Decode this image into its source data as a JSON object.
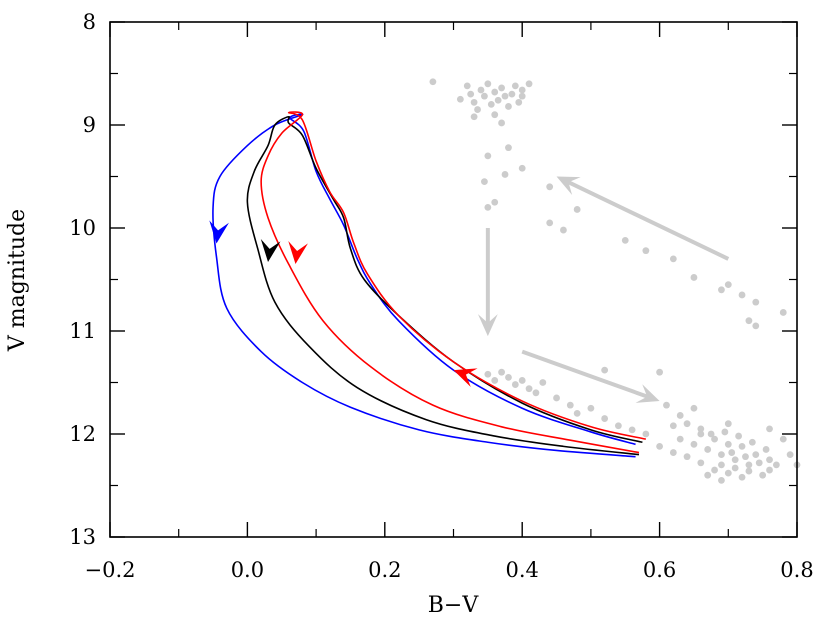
{
  "chart_data": {
    "type": "scatter",
    "xlabel": "B−V",
    "ylabel": "V magnitude",
    "xlim": [
      -0.2,
      0.8
    ],
    "ylim": [
      13,
      8
    ],
    "y_inverted": true,
    "x_ticks": [
      -0.2,
      0.0,
      0.2,
      0.4,
      0.6,
      0.8
    ],
    "x_tick_labels": [
      "−0.2",
      "0.0",
      "0.2",
      "0.4",
      "0.6",
      "0.8"
    ],
    "y_ticks": [
      8,
      9,
      10,
      11,
      12,
      13
    ],
    "y_tick_labels": [
      "8",
      "9",
      "10",
      "11",
      "12",
      "13"
    ],
    "grid": false,
    "series": [
      {
        "color": "#0000ff",
        "points": [
          [
            0.565,
            12.22
          ],
          [
            0.45,
            12.16
          ],
          [
            0.35,
            12.08
          ],
          [
            0.25,
            11.96
          ],
          [
            0.15,
            11.74
          ],
          [
            0.08,
            11.5
          ],
          [
            0.02,
            11.2
          ],
          [
            -0.03,
            10.78
          ],
          [
            -0.045,
            10.28
          ],
          [
            -0.05,
            9.8
          ],
          [
            -0.04,
            9.5
          ],
          [
            0.0,
            9.2
          ],
          [
            0.04,
            9.0
          ],
          [
            0.08,
            8.9
          ],
          [
            0.062,
            8.93
          ],
          [
            0.082,
            9.06
          ],
          [
            0.1,
            9.45
          ],
          [
            0.12,
            9.72
          ],
          [
            0.14,
            9.97
          ],
          [
            0.16,
            10.3
          ],
          [
            0.18,
            10.55
          ],
          [
            0.22,
            10.9
          ],
          [
            0.3,
            11.38
          ],
          [
            0.4,
            11.75
          ],
          [
            0.5,
            11.98
          ],
          [
            0.565,
            12.1
          ]
        ]
      },
      {
        "color": "#000000",
        "points": [
          [
            0.57,
            12.2
          ],
          [
            0.46,
            12.12
          ],
          [
            0.36,
            12.02
          ],
          [
            0.26,
            11.86
          ],
          [
            0.16,
            11.55
          ],
          [
            0.09,
            11.15
          ],
          [
            0.04,
            10.72
          ],
          [
            0.015,
            10.2
          ],
          [
            0.0,
            9.75
          ],
          [
            0.01,
            9.45
          ],
          [
            0.03,
            9.2
          ],
          [
            0.04,
            9.0
          ],
          [
            0.06,
            8.92
          ],
          [
            0.06,
            8.98
          ],
          [
            0.08,
            9.1
          ],
          [
            0.1,
            9.42
          ],
          [
            0.125,
            9.72
          ],
          [
            0.14,
            9.9
          ],
          [
            0.15,
            10.2
          ],
          [
            0.17,
            10.5
          ],
          [
            0.22,
            10.85
          ],
          [
            0.3,
            11.3
          ],
          [
            0.4,
            11.7
          ],
          [
            0.5,
            11.96
          ],
          [
            0.575,
            12.08
          ]
        ]
      },
      {
        "color": "#ff0000",
        "points": [
          [
            0.57,
            12.18
          ],
          [
            0.47,
            12.06
          ],
          [
            0.37,
            11.93
          ],
          [
            0.27,
            11.72
          ],
          [
            0.18,
            11.35
          ],
          [
            0.11,
            10.9
          ],
          [
            0.06,
            10.35
          ],
          [
            0.03,
            9.9
          ],
          [
            0.02,
            9.55
          ],
          [
            0.03,
            9.3
          ],
          [
            0.05,
            9.08
          ],
          [
            0.08,
            8.9
          ],
          [
            0.06,
            8.88
          ],
          [
            0.08,
            8.95
          ],
          [
            0.1,
            9.35
          ],
          [
            0.12,
            9.65
          ],
          [
            0.14,
            9.85
          ],
          [
            0.155,
            10.15
          ],
          [
            0.175,
            10.45
          ],
          [
            0.22,
            10.85
          ],
          [
            0.3,
            11.3
          ],
          [
            0.4,
            11.68
          ],
          [
            0.5,
            11.93
          ],
          [
            0.58,
            12.05
          ]
        ]
      }
    ],
    "grey_points": [
      [
        0.27,
        8.58
      ],
      [
        0.32,
        8.62
      ],
      [
        0.325,
        8.7
      ],
      [
        0.33,
        8.78
      ],
      [
        0.335,
        8.85
      ],
      [
        0.34,
        8.66
      ],
      [
        0.345,
        8.72
      ],
      [
        0.35,
        8.6
      ],
      [
        0.355,
        8.8
      ],
      [
        0.36,
        8.68
      ],
      [
        0.365,
        8.76
      ],
      [
        0.37,
        8.64
      ],
      [
        0.375,
        8.72
      ],
      [
        0.38,
        8.82
      ],
      [
        0.385,
        8.7
      ],
      [
        0.39,
        8.62
      ],
      [
        0.395,
        8.78
      ],
      [
        0.4,
        8.66
      ],
      [
        0.31,
        8.75
      ],
      [
        0.36,
        8.9
      ],
      [
        0.37,
        8.98
      ],
      [
        0.4,
        8.72
      ],
      [
        0.41,
        8.6
      ],
      [
        0.33,
        8.92
      ],
      [
        0.35,
        9.3
      ],
      [
        0.345,
        9.55
      ],
      [
        0.35,
        9.8
      ],
      [
        0.36,
        9.75
      ],
      [
        0.375,
        9.48
      ],
      [
        0.38,
        9.22
      ],
      [
        0.4,
        9.42
      ],
      [
        0.35,
        11.42
      ],
      [
        0.36,
        11.48
      ],
      [
        0.37,
        11.4
      ],
      [
        0.38,
        11.45
      ],
      [
        0.39,
        11.52
      ],
      [
        0.4,
        11.48
      ],
      [
        0.41,
        11.56
      ],
      [
        0.42,
        11.6
      ],
      [
        0.43,
        11.5
      ],
      [
        0.45,
        11.65
      ],
      [
        0.47,
        11.72
      ],
      [
        0.48,
        11.8
      ],
      [
        0.5,
        11.75
      ],
      [
        0.52,
        11.85
      ],
      [
        0.54,
        11.92
      ],
      [
        0.56,
        11.96
      ],
      [
        0.58,
        12.0
      ],
      [
        0.44,
        9.95
      ],
      [
        0.46,
        10.02
      ],
      [
        0.48,
        9.82
      ],
      [
        0.55,
        10.12
      ],
      [
        0.58,
        10.22
      ],
      [
        0.62,
        10.3
      ],
      [
        0.65,
        10.48
      ],
      [
        0.7,
        10.55
      ],
      [
        0.72,
        10.65
      ],
      [
        0.74,
        10.72
      ],
      [
        0.78,
        10.82
      ],
      [
        0.73,
        10.9
      ],
      [
        0.74,
        10.95
      ],
      [
        0.69,
        10.6
      ],
      [
        0.44,
        9.6
      ],
      [
        0.52,
        11.38
      ],
      [
        0.6,
        11.4
      ],
      [
        0.65,
        11.75
      ],
      [
        0.62,
        11.92
      ],
      [
        0.61,
        11.72
      ],
      [
        0.63,
        11.82
      ],
      [
        0.64,
        11.9
      ],
      [
        0.66,
        12.0
      ],
      [
        0.68,
        12.05
      ],
      [
        0.7,
        12.1
      ],
      [
        0.72,
        12.12
      ],
      [
        0.74,
        12.2
      ],
      [
        0.76,
        12.25
      ],
      [
        0.65,
        12.1
      ],
      [
        0.67,
        12.15
      ],
      [
        0.69,
        12.2
      ],
      [
        0.71,
        12.25
      ],
      [
        0.73,
        12.3
      ],
      [
        0.66,
        12.28
      ],
      [
        0.68,
        12.35
      ],
      [
        0.7,
        12.38
      ],
      [
        0.72,
        12.42
      ],
      [
        0.75,
        12.4
      ],
      [
        0.77,
        12.3
      ],
      [
        0.79,
        12.2
      ],
      [
        0.8,
        12.3
      ],
      [
        0.62,
        12.18
      ],
      [
        0.64,
        12.22
      ],
      [
        0.675,
        12.0
      ],
      [
        0.695,
        11.98
      ],
      [
        0.715,
        12.02
      ],
      [
        0.735,
        12.08
      ],
      [
        0.755,
        12.15
      ],
      [
        0.705,
        12.18
      ],
      [
        0.725,
        12.22
      ],
      [
        0.745,
        12.28
      ],
      [
        0.69,
        12.3
      ],
      [
        0.71,
        12.33
      ],
      [
        0.73,
        12.36
      ],
      [
        0.67,
        12.4
      ],
      [
        0.69,
        12.45
      ],
      [
        0.76,
        12.35
      ],
      [
        0.78,
        12.05
      ],
      [
        0.6,
        12.12
      ],
      [
        0.63,
        12.05
      ],
      [
        0.66,
        11.95
      ],
      [
        0.7,
        11.9
      ],
      [
        0.76,
        11.95
      ]
    ],
    "annotations": [
      {
        "type": "arrow",
        "color": "#cccccc",
        "from": [
          0.7,
          10.3
        ],
        "to": [
          0.45,
          9.5
        ]
      },
      {
        "type": "arrow",
        "color": "#cccccc",
        "from": [
          0.35,
          10.0
        ],
        "to": [
          0.35,
          11.05
        ]
      },
      {
        "type": "arrow",
        "color": "#cccccc",
        "from": [
          0.4,
          11.2
        ],
        "to": [
          0.6,
          11.68
        ]
      },
      {
        "type": "arrowhead",
        "color": "#0000ff",
        "at": [
          -0.045,
          10.15
        ],
        "direction": "down"
      },
      {
        "type": "arrowhead",
        "color": "#000000",
        "at": [
          0.03,
          10.33
        ],
        "direction": "down"
      },
      {
        "type": "arrowhead",
        "color": "#ff0000",
        "at": [
          0.07,
          10.35
        ],
        "direction": "down"
      },
      {
        "type": "arrowhead",
        "color": "#ff0000",
        "at": [
          0.3,
          11.38
        ],
        "direction": "up-left"
      }
    ]
  }
}
